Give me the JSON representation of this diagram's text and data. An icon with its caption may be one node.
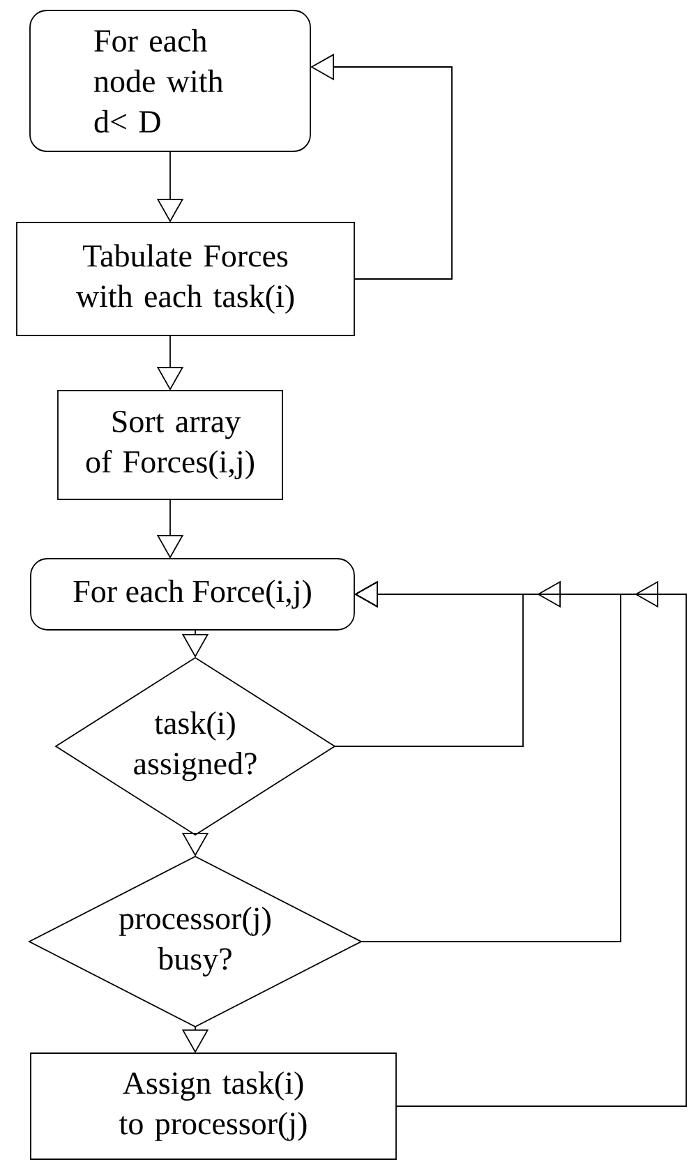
{
  "diagram": {
    "nodes": [
      {
        "text": [
          "For each node with d< D"
        ]
      },
      {
        "text": [
          "Tabulate Forces with each task(i)"
        ]
      },
      {
        "text": [
          "Sort array of Forces(i,j)"
        ]
      },
      {
        "text": [
          "For each Force(i,j)"
        ]
      },
      {
        "text": [
          "task(i) assigned?"
        ]
      },
      {
        "text": [
          "processor(j) busy?"
        ]
      },
      {
        "text": [
          "Assign task(i) to processor(j)"
        ]
      }
    ],
    "edges": [
      {
        "from": 0,
        "to": 1,
        "arrow": "to"
      },
      {
        "from": 1,
        "to": 0,
        "arrow": "to"
      },
      {
        "from": 1,
        "to": 2,
        "arrow": "to"
      },
      {
        "from": 2,
        "to": 3,
        "arrow": "to"
      },
      {
        "from": 3,
        "to": 4,
        "arrow": "to"
      },
      {
        "from": 4,
        "to": 5,
        "arrow": "to"
      },
      {
        "from": 5,
        "to": 6,
        "arrow": "to"
      },
      {
        "from": 4,
        "to": 3,
        "arrow": "to"
      },
      {
        "from": 5,
        "to": 3,
        "arrow": "to"
      },
      {
        "from": 6,
        "to": 3,
        "arrow": "to"
      }
    ]
  }
}
